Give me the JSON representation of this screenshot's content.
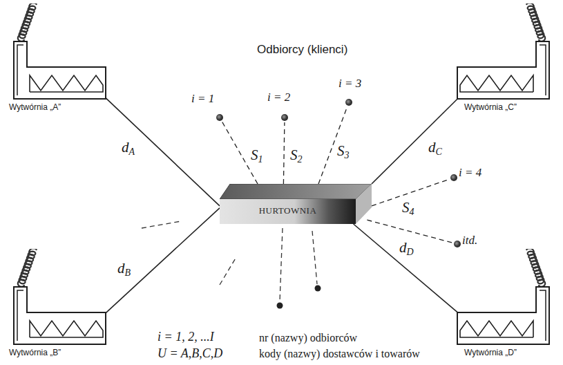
{
  "diagram": {
    "title": "Odbiorcy (klienci)",
    "nodes": [
      {
        "text": [
          "Wytwórnia „A”"
        ]
      },
      {
        "text": [
          "i = 1"
        ]
      },
      {
        "text": [
          "i = 2"
        ]
      },
      {
        "text": [
          "i = 3"
        ]
      },
      {
        "text": [
          "Wytwórnia „C”"
        ]
      },
      {
        "text": [
          "i = 4"
        ]
      },
      {
        "text": [
          "HURTOWNIA"
        ]
      },
      {
        "text": [
          "itd."
        ]
      },
      {
        "text": [
          "Wytwórnia „B”"
        ]
      },
      {
        "text": [
          "Wytwórnia „D”"
        ]
      }
    ],
    "edges": [
      {
        "from": 0,
        "to": 6,
        "label": "dA",
        "arrow": "none"
      },
      {
        "from": 8,
        "to": 6,
        "label": "dB",
        "arrow": "none"
      },
      {
        "from": 4,
        "to": 6,
        "label": "dC",
        "arrow": "none"
      },
      {
        "from": 9,
        "to": 6,
        "label": "dD",
        "arrow": "none"
      },
      {
        "from": 6,
        "to": 1,
        "label": "S1",
        "arrow": "none"
      },
      {
        "from": 6,
        "to": 2,
        "label": "S2",
        "arrow": "none"
      },
      {
        "from": 6,
        "to": 3,
        "label": "S3",
        "arrow": "none"
      },
      {
        "from": 6,
        "to": 5,
        "label": "S4",
        "arrow": "none"
      },
      {
        "from": 6,
        "to": 7,
        "arrow": "none"
      }
    ],
    "labels": [
      "i = 1, 2, ...I",
      "nr (nazwy) odbiorców",
      "U = A,B,C,D",
      "kody (nazwy) dostawców i towarów"
    ]
  }
}
